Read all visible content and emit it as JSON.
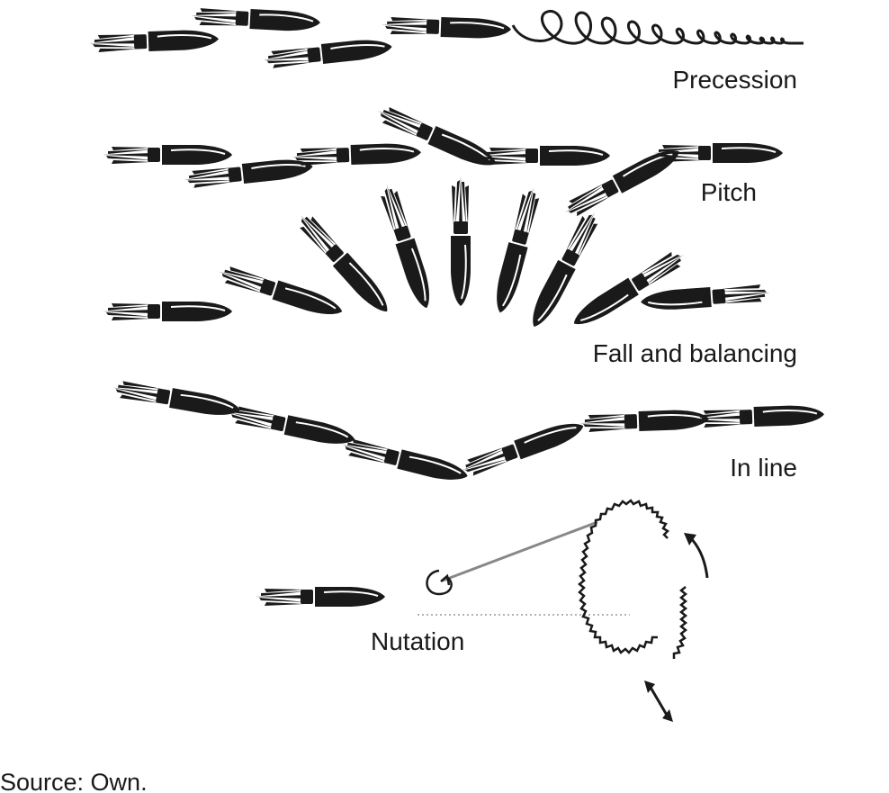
{
  "labels": {
    "precession": "Precession",
    "pitch": "Pitch",
    "fall": "Fall and balancing",
    "inline": "In line",
    "nutation": "Nutation"
  },
  "source": "Source: Own.",
  "colors": {
    "ink": "#1a1a1a",
    "highlight": "#ffffff",
    "guide": "#999999"
  }
}
